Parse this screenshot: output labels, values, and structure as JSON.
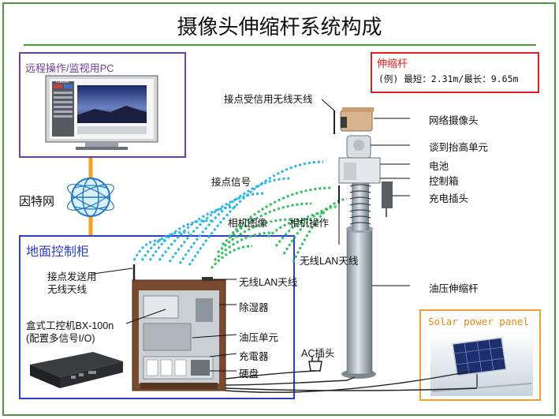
{
  "title": "摄像头伸缩杆系统构成",
  "remote_pc": {
    "title": "远程操作/监视用PC",
    "screen_brand": "YUASA"
  },
  "internet": {
    "label": "因特网"
  },
  "mast_spec": {
    "title": "伸缩杆",
    "detail": "(例)  最短：2.31m/最长：9.65m"
  },
  "ground_cabinet": {
    "title": "地面控制柜"
  },
  "solar_panel": {
    "title": "Solar power panel"
  },
  "labels": {
    "receive_antenna": "接点受信用无线天线",
    "network_camera": "网络摄像头",
    "pan_tilt": "谈到抬高单元",
    "battery": "电池",
    "control_box": "控制箱",
    "charge_plug": "充电插头",
    "contact_signal": "接点信号",
    "camera_image": "相机图像",
    "camera_operation": "相机操作",
    "lan_antenna_mast": "无线LAN天线",
    "hydraulic_mast": "油压伸缩杆",
    "transmit_antenna_1": "接点发送用",
    "transmit_antenna_2": "无线天线",
    "lan_antenna_cabinet": "无线LAN天线",
    "dehumidifier": "除湿器",
    "box_pc_1": "盒式工控机BX-100n",
    "box_pc_2": "(配置多信号I/O)",
    "hydraulic_unit": "油压单元",
    "charger": "充電器",
    "hard_disk": "硬盘",
    "ac_plug": "AC插头"
  },
  "colors": {
    "frame_green": "#4a9a3a",
    "remote_box": "#6b3fa0",
    "spec_box": "#e02020",
    "cabinet_box": "#2a3fd0",
    "solar_box": "#f0a030",
    "internet_line": "#f4a020",
    "wave_cyan": "#29b6e8",
    "wave_green": "#2ec060"
  }
}
